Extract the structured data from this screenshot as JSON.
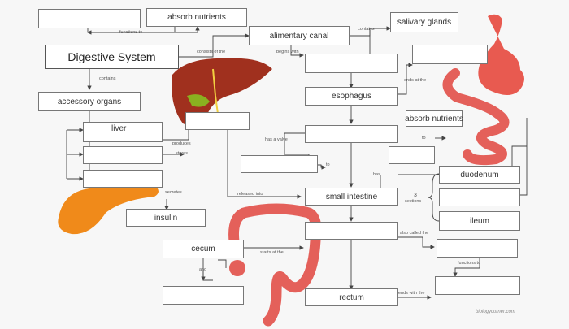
{
  "diagram": {
    "title": "Digestive System",
    "filled": {
      "absorb_top": "absorb nutrients",
      "alimentary_canal": "alimentary canal",
      "salivary_glands": "salivary glands",
      "accessory_organs": "accessory organs",
      "esophagus": "esophagus",
      "liver": "liver",
      "absorb_right": "absorb nutrients",
      "duodenum": "duodenum",
      "small_intestine": "small intestine",
      "insulin": "insulin",
      "ileum": "ileum",
      "cecum": "cecum",
      "rectum": "rectum"
    },
    "links": {
      "functions_to": "functions to",
      "consists_of_the": "consists of the",
      "contains_top": "contains",
      "begins_with": "begins with",
      "contains_left": "contains",
      "ends_at_the": "ends at the",
      "produces": "produces",
      "stores": "stores",
      "has_a_valve": "has a valve",
      "to_mid": "to",
      "to_right": "to",
      "has": "has",
      "secretes": "secretes",
      "released_into": "released into",
      "three": "3",
      "sections": "sections",
      "also_called_the": "also called the",
      "starts_at_the": "starts at the",
      "functions_to_right": "functions to",
      "and": "and",
      "ends_with_the": "ends with the"
    },
    "credit": "biologycorner.com"
  },
  "colors": {
    "liver": "#a0301e",
    "gallbladder": "#8ab020",
    "pancreas": "#f08a1a",
    "intestine": "#e4605a",
    "stomach": "#e85a50"
  }
}
